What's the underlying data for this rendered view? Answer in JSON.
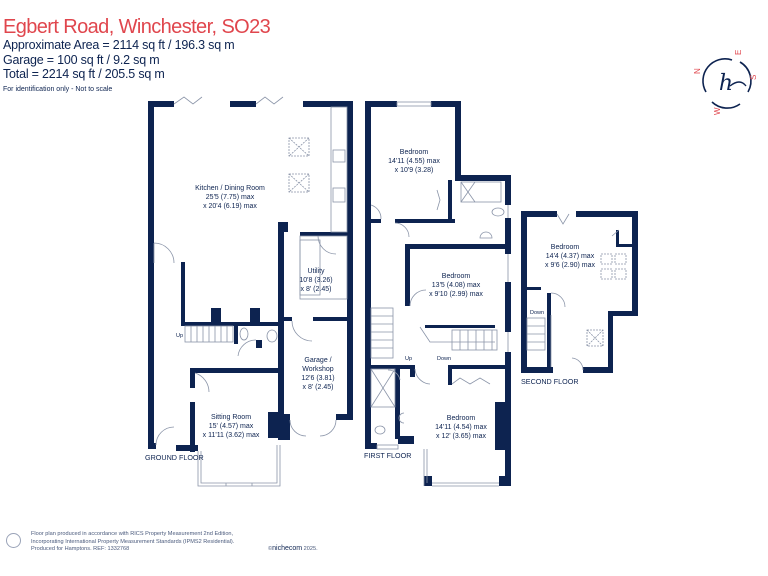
{
  "header": {
    "title": "Egbert Road, Winchester, SO23",
    "area_lines": [
      "Approximate Area = 2114 sq ft / 196.3 sq m",
      "Garage = 100 sq ft / 9.2 sq m",
      "Total = 2214 sq ft / 205.5 sq m"
    ],
    "note": "For identification only - Not to scale"
  },
  "compass": {
    "letters": {
      "n": "N",
      "e": "E",
      "s": "S",
      "w": "W"
    },
    "logo_glyph": "h",
    "colors": {
      "ring": "#0d2350",
      "letters": "#e0464d"
    }
  },
  "colors": {
    "wall": "#0d2350",
    "title": "#e0464d",
    "fixture": "#8a94a8"
  },
  "floors": {
    "ground": {
      "label": "GROUND FLOOR",
      "rooms": [
        {
          "name": "Kitchen / Dining Room",
          "dim1": "25'5 (7.75) max",
          "dim2": "x 20'4 (6.19) max"
        },
        {
          "name": "Utility",
          "dim1": "10'8 (3.26)",
          "dim2": "x 8' (2.45)"
        },
        {
          "name": "Garage /",
          "name2": "Workshop",
          "dim1": "12'6 (3.81)",
          "dim2": "x 8' (2.45)"
        },
        {
          "name": "Sitting Room",
          "dim1": "15' (4.57) max",
          "dim2": "x 11'11 (3.62) max"
        }
      ],
      "stairs_label": "Up"
    },
    "first": {
      "label": "FIRST FLOOR",
      "rooms": [
        {
          "name": "Bedroom",
          "dim1": "14'11 (4.55) max",
          "dim2": "x 10'9 (3.28)"
        },
        {
          "name": "Bedroom",
          "dim1": "13'5 (4.08) max",
          "dim2": "x 9'10 (2.99) max"
        },
        {
          "name": "Bedroom",
          "dim1": "14'11 (4.54) max",
          "dim2": "x 12' (3.65) max"
        }
      ],
      "stairs_up_label": "Up",
      "stairs_down_label": "Down"
    },
    "second": {
      "label": "SECOND FLOOR",
      "rooms": [
        {
          "name": "Bedroom",
          "dim1": "14'4 (4.37) max",
          "dim2": "x 9'6 (2.90) max"
        }
      ],
      "stairs_label": "Down"
    }
  },
  "footer": {
    "lines": [
      "Floor plan produced in accordance with RICS Property Measurement 2nd Edition,",
      "Incorporating International Property Measurement Standards (IPMS2 Residential).",
      "Produced for Hamptons.   REF:  1332768"
    ],
    "copyright_symbol": "©",
    "brand": "nichecom",
    "year": "2025."
  }
}
